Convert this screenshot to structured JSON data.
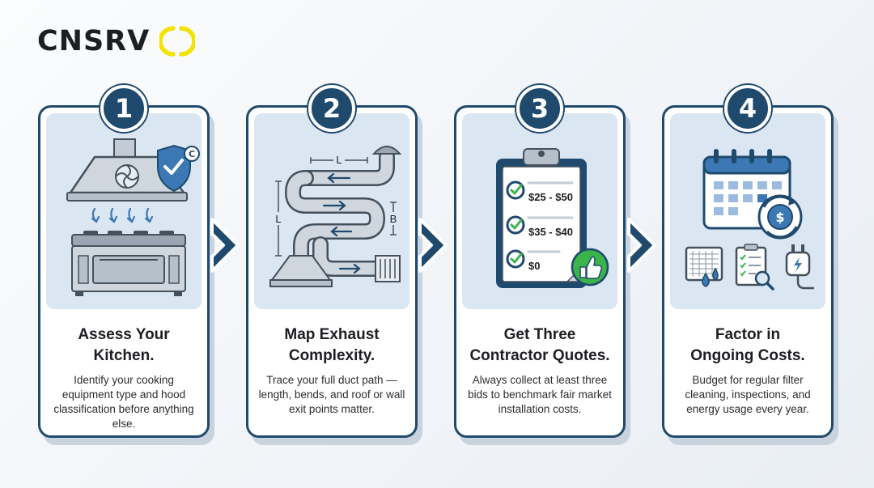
{
  "brand": {
    "name": "CNSRV",
    "accent_color": "#f2e300",
    "logo_icon": "open-circle-logo"
  },
  "steps": [
    {
      "number": "1",
      "title_line1": "Assess Your",
      "title_line2": "Kitchen.",
      "description": "Identify your cooking equipment type and hood classification before anything else.",
      "icon": "kitchen-hood-icon"
    },
    {
      "number": "2",
      "title_line1": "Map Exhaust",
      "title_line2": "Complexity.",
      "description": "Trace your full duct path — length, bends, and roof or wall exit points matter.",
      "icon": "duct-path-icon",
      "diagram_labels": {
        "length_top": "L",
        "length_side": "L",
        "bend": "B"
      }
    },
    {
      "number": "3",
      "title_line1": "Get Three",
      "title_line2": "Contractor Quotes.",
      "description": "Always collect at least three bids to benchmark fair market installation costs.",
      "icon": "clipboard-quotes-icon",
      "quotes": [
        "$25 - $50",
        "$35 - $40",
        "$0"
      ]
    },
    {
      "number": "4",
      "title_line1": "Factor in",
      "title_line2": "Ongoing Costs.",
      "description": "Budget for regular filter cleaning, inspections, and energy usage every year.",
      "icon": "recurring-costs-icon"
    }
  ],
  "colors": {
    "navy": "#1f4a6e",
    "panel": "#dbe6f3",
    "check_green": "#3bb54a"
  }
}
